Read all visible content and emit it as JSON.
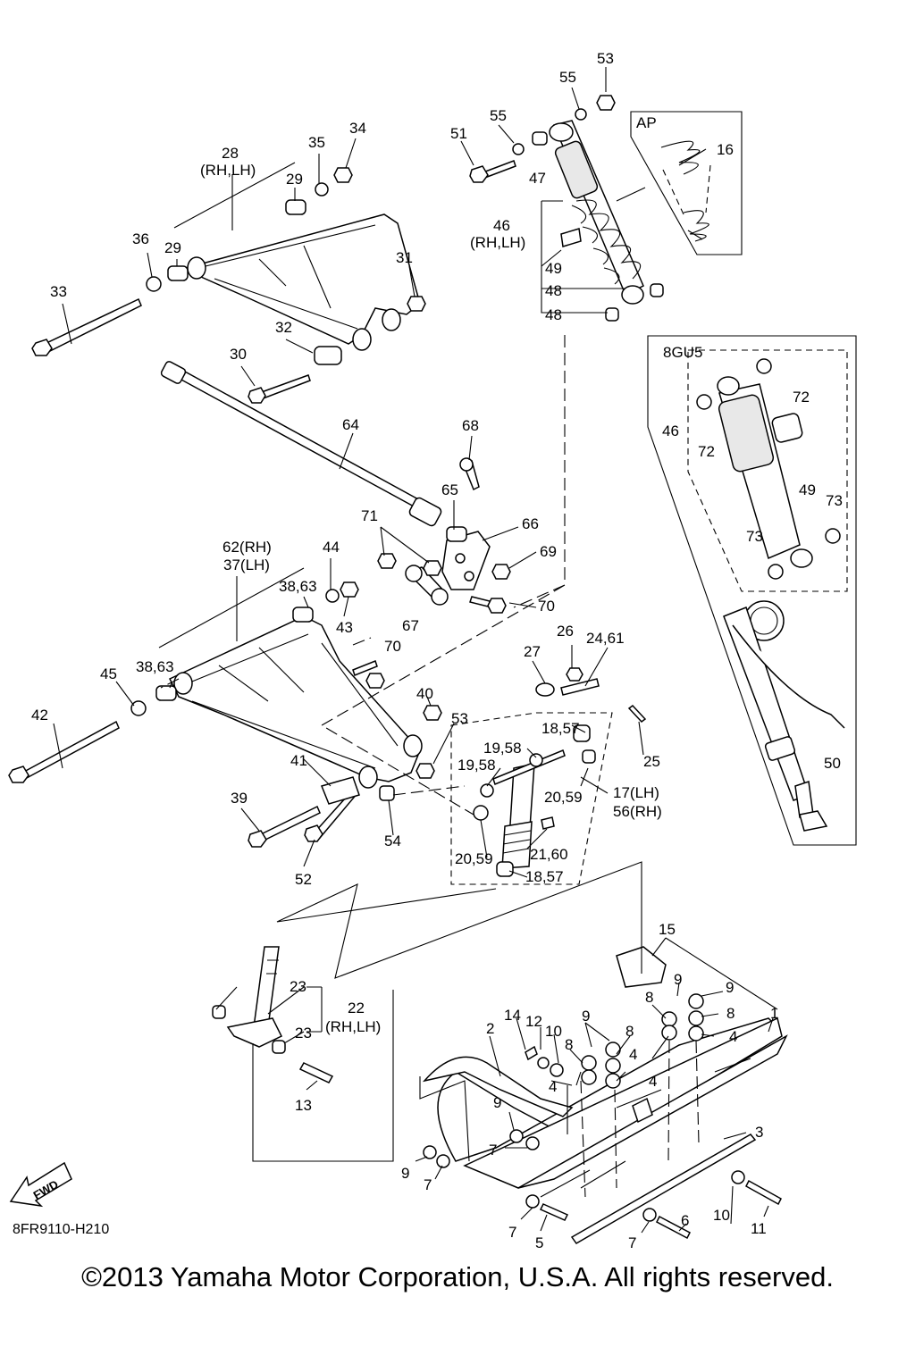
{
  "diagram_code": "8FR9110-H210",
  "fwd_label": "FWD",
  "copyright": "©2013 Yamaha Motor Corporation, U.S.A. All rights reserved.",
  "inset_labels": {
    "ap": "AP",
    "variant": "8GU5"
  },
  "callouts": [
    {
      "id": "c1",
      "text": "1"
    },
    {
      "id": "c2",
      "text": "2"
    },
    {
      "id": "c3",
      "text": "3"
    },
    {
      "id": "c4a",
      "text": "4"
    },
    {
      "id": "c4b",
      "text": "4"
    },
    {
      "id": "c4c",
      "text": "4"
    },
    {
      "id": "c4d",
      "text": "4"
    },
    {
      "id": "c5",
      "text": "5"
    },
    {
      "id": "c6",
      "text": "6"
    },
    {
      "id": "c7a",
      "text": "7"
    },
    {
      "id": "c7b",
      "text": "7"
    },
    {
      "id": "c7c",
      "text": "7"
    },
    {
      "id": "c7d",
      "text": "7"
    },
    {
      "id": "c8a",
      "text": "8"
    },
    {
      "id": "c8b",
      "text": "8"
    },
    {
      "id": "c8c",
      "text": "8"
    },
    {
      "id": "c8d",
      "text": "8"
    },
    {
      "id": "c9a",
      "text": "9"
    },
    {
      "id": "c9b",
      "text": "9"
    },
    {
      "id": "c9c",
      "text": "9"
    },
    {
      "id": "c9d",
      "text": "9"
    },
    {
      "id": "c9e",
      "text": "9"
    },
    {
      "id": "c10a",
      "text": "10"
    },
    {
      "id": "c10b",
      "text": "10"
    },
    {
      "id": "c11",
      "text": "11"
    },
    {
      "id": "c12",
      "text": "12"
    },
    {
      "id": "c13",
      "text": "13"
    },
    {
      "id": "c14",
      "text": "14"
    },
    {
      "id": "c15",
      "text": "15"
    },
    {
      "id": "c16",
      "text": "16"
    },
    {
      "id": "c17",
      "text": "17(LH)"
    },
    {
      "id": "c56",
      "text": "56(RH)"
    },
    {
      "id": "c1858a",
      "text": "18,57"
    },
    {
      "id": "c1857b",
      "text": "18,57"
    },
    {
      "id": "c1958a",
      "text": "19,58"
    },
    {
      "id": "c1958b",
      "text": "19,58"
    },
    {
      "id": "c2059a",
      "text": "20,59"
    },
    {
      "id": "c2059b",
      "text": "20,59"
    },
    {
      "id": "c2160",
      "text": "21,60"
    },
    {
      "id": "c22",
      "text": "22"
    },
    {
      "id": "c22rh",
      "text": "(RH,LH)"
    },
    {
      "id": "c23a",
      "text": "23"
    },
    {
      "id": "c23b",
      "text": "23"
    },
    {
      "id": "c2461",
      "text": "24,61"
    },
    {
      "id": "c25",
      "text": "25"
    },
    {
      "id": "c26",
      "text": "26"
    },
    {
      "id": "c27",
      "text": "27"
    },
    {
      "id": "c28",
      "text": "28"
    },
    {
      "id": "c28rh",
      "text": "(RH,LH)"
    },
    {
      "id": "c29a",
      "text": "29"
    },
    {
      "id": "c29b",
      "text": "29"
    },
    {
      "id": "c30",
      "text": "30"
    },
    {
      "id": "c31",
      "text": "31"
    },
    {
      "id": "c32",
      "text": "32"
    },
    {
      "id": "c33",
      "text": "33"
    },
    {
      "id": "c34",
      "text": "34"
    },
    {
      "id": "c35",
      "text": "35"
    },
    {
      "id": "c36",
      "text": "36"
    },
    {
      "id": "c62",
      "text": "62(RH)"
    },
    {
      "id": "c37",
      "text": "37(LH)"
    },
    {
      "id": "c3863a",
      "text": "38,63"
    },
    {
      "id": "c3863b",
      "text": "38,63"
    },
    {
      "id": "c39",
      "text": "39"
    },
    {
      "id": "c40",
      "text": "40"
    },
    {
      "id": "c41",
      "text": "41"
    },
    {
      "id": "c42",
      "text": "42"
    },
    {
      "id": "c43",
      "text": "43"
    },
    {
      "id": "c44",
      "text": "44"
    },
    {
      "id": "c45",
      "text": "45"
    },
    {
      "id": "c46a",
      "text": "46"
    },
    {
      "id": "c46rh",
      "text": "(RH,LH)"
    },
    {
      "id": "c46b",
      "text": "46"
    },
    {
      "id": "c47",
      "text": "47"
    },
    {
      "id": "c48a",
      "text": "48"
    },
    {
      "id": "c48b",
      "text": "48"
    },
    {
      "id": "c49a",
      "text": "49"
    },
    {
      "id": "c49b",
      "text": "49"
    },
    {
      "id": "c50",
      "text": "50"
    },
    {
      "id": "c51",
      "text": "51"
    },
    {
      "id": "c52",
      "text": "52"
    },
    {
      "id": "c53a",
      "text": "53"
    },
    {
      "id": "c53b",
      "text": "53"
    },
    {
      "id": "c54",
      "text": "54"
    },
    {
      "id": "c55a",
      "text": "55"
    },
    {
      "id": "c55b",
      "text": "55"
    },
    {
      "id": "c64",
      "text": "64"
    },
    {
      "id": "c65",
      "text": "65"
    },
    {
      "id": "c66",
      "text": "66"
    },
    {
      "id": "c67",
      "text": "67"
    },
    {
      "id": "c68",
      "text": "68"
    },
    {
      "id": "c69",
      "text": "69"
    },
    {
      "id": "c70a",
      "text": "70"
    },
    {
      "id": "c70b",
      "text": "70"
    },
    {
      "id": "c71",
      "text": "71"
    },
    {
      "id": "c72a",
      "text": "72"
    },
    {
      "id": "c72b",
      "text": "72"
    },
    {
      "id": "c73a",
      "text": "73"
    },
    {
      "id": "c73b",
      "text": "73"
    }
  ]
}
